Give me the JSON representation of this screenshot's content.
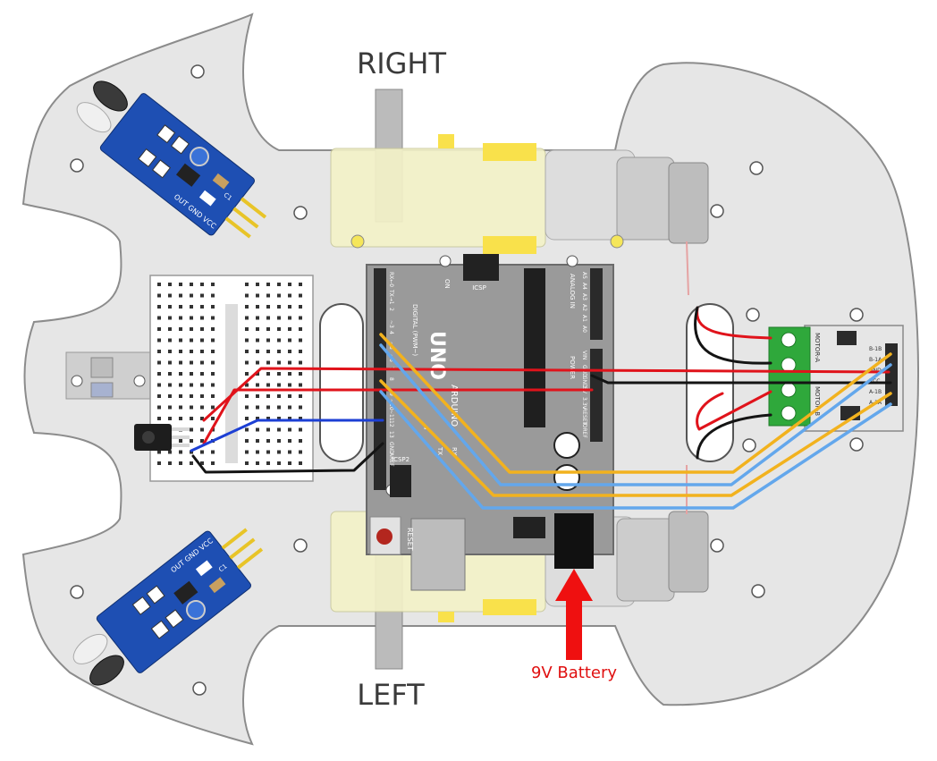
{
  "labels": {
    "right": "RIGHT",
    "left": "LEFT",
    "battery": "9V Battery"
  },
  "board": {
    "logo": "UNO",
    "reset": "RESET",
    "icsp": "ICSP",
    "icsp2": "ICSP2",
    "brand": "ARDUINO",
    "digital_header": "DIGITAL (PWM~)",
    "power_header": "POWER",
    "analog_header": "ANALOG IN",
    "led_on": "ON",
    "led_l": "L",
    "led_tx": "TX",
    "led_rx": "RX",
    "aref": "AREF",
    "gnd": "GND",
    "pin_13": "13",
    "pin_12": "12",
    "pin_11": "~11",
    "pin_10": "~10",
    "pin_9": "~9",
    "pin_8": "8",
    "pin_7": "7",
    "pin_6": "~6",
    "pin_5": "~5",
    "pin_4": "4",
    "pin_3": "~3",
    "pin_2": "2",
    "pin_1": "TX→1",
    "pin_0": "RX←0",
    "pow_ioref": "IOREF",
    "pow_reset": "RESET",
    "pow_3v3": "3.3V",
    "pow_5v": "5V",
    "pow_gnd1": "GND",
    "pow_gnd2": "GND",
    "pow_vin": "VIN",
    "a0": "A0",
    "a1": "A1",
    "a2": "A2",
    "a3": "A3",
    "a4": "A4",
    "a5": "A5"
  },
  "sensor_top": {
    "pins": "OUT GND VCC",
    "cap": "C1"
  },
  "sensor_bottom": {
    "pins": "OUT GND VCC",
    "cap": "C1"
  },
  "driver": {
    "motor_a": "MOTOR-A",
    "motor_b": "MOTOR-B",
    "pin_labels": [
      "B-1B",
      "B-1A",
      "GND",
      "VCC",
      "A-1B",
      "A-1A"
    ]
  },
  "colors": {
    "chassis": "#e6e6e6",
    "chassis_stroke": "#8c8c8c",
    "board": "#9a9a9a",
    "wire_red": "#e0131b",
    "wire_blue": "#1c3fd4",
    "wire_black": "#141414",
    "wire_yellow": "#f2b21e",
    "wire_lightblue": "#63a7ec",
    "sensor_pcb": "#1e4fb3",
    "terminal": "#2fa83b",
    "arrow": "#ef1010"
  }
}
